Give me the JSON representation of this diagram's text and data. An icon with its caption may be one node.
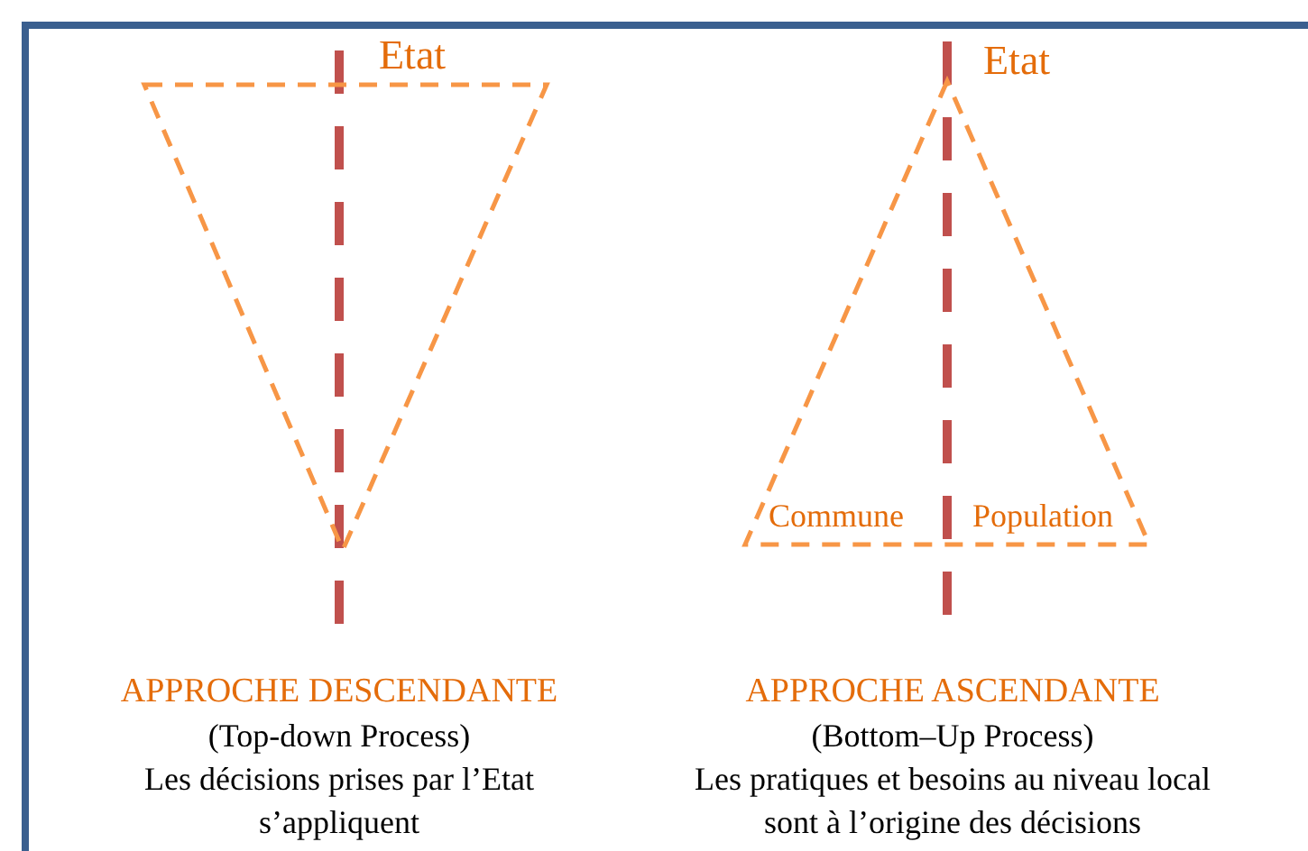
{
  "diagram": {
    "nodes": [
      {
        "text": [],
        "shape": "triangle",
        "beside": [
          "Etat"
        ]
      },
      {
        "text": [
          "Commune",
          "Population"
        ],
        "beside": [
          "Etat"
        ]
      }
    ],
    "labels": [
      "APPROCHE DESCENDANTE",
      "(Top-down Process)",
      "Les décisions prises par l’Etat s’appliquent",
      "APPROCHE ASCENDANTE",
      "(Bottom–Up Process)",
      "Les pratiques et besoins au niveau local sont à l’origine des décisions"
    ]
  }
}
